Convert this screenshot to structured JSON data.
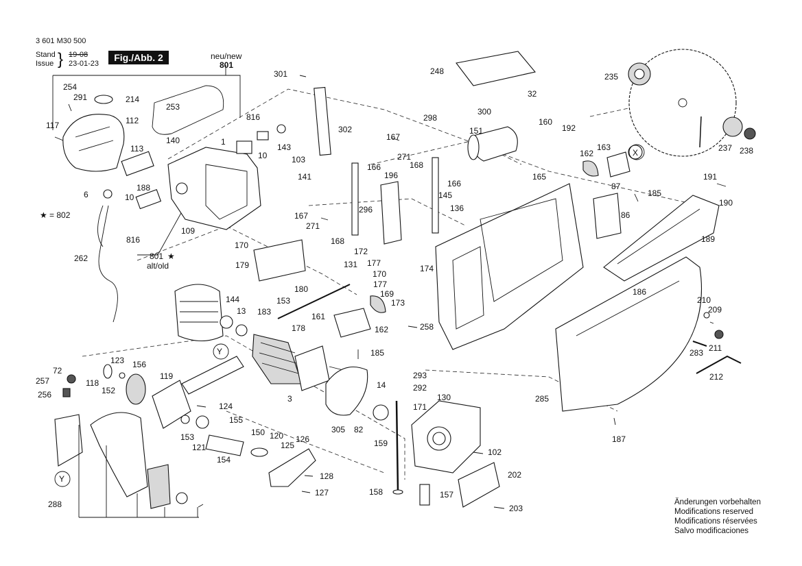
{
  "header": {
    "doc_number": "3 601 M30 500",
    "stand_label": "Stand",
    "stand_date": "19-08",
    "issue_label": "Issue",
    "issue_date": "23-01-23",
    "figure_label": "Fig./Abb. 2"
  },
  "notes": [
    "Änderungen vorbehalten",
    "Modifications reserved",
    "Modifications réservées",
    "Salvo modificaciones"
  ],
  "legend": {
    "star_symbol": "★",
    "star_equals": "= 802"
  },
  "callouts": {
    "new_label": "neu/new",
    "new_number": "801",
    "old_number": "801",
    "old_label": "alt/old"
  },
  "part_labels": [
    "254",
    "291",
    "214",
    "117",
    "112",
    "253",
    "113",
    "188",
    "6",
    "10",
    "262",
    "816",
    "1",
    "10",
    "140",
    "109",
    "816",
    "301",
    "302",
    "248",
    "32",
    "300",
    "298",
    "151",
    "160",
    "192",
    "235",
    "237",
    "238",
    "167",
    "271",
    "168",
    "166",
    "143",
    "103",
    "141",
    "167",
    "271",
    "168",
    "196",
    "296",
    "166",
    "145",
    "136",
    "165",
    "162",
    "163",
    "X",
    "87",
    "185",
    "86",
    "191",
    "190",
    "189",
    "170",
    "179",
    "172",
    "177",
    "131",
    "174",
    "170",
    "169",
    "177",
    "144",
    "13",
    "183",
    "153",
    "180",
    "178",
    "161",
    "162",
    "173",
    "258",
    "185",
    "186",
    "210",
    "209",
    "283",
    "211",
    "212",
    "285",
    "187",
    "72",
    "257",
    "256",
    "123",
    "156",
    "118",
    "152",
    "119",
    "Y",
    "124",
    "155",
    "153",
    "121",
    "3",
    "154",
    "150",
    "120",
    "125",
    "126",
    "128",
    "127",
    "305",
    "82",
    "14",
    "293",
    "292",
    "171",
    "159",
    "130",
    "102",
    "202",
    "158",
    "157",
    "203",
    "288",
    "Y"
  ]
}
